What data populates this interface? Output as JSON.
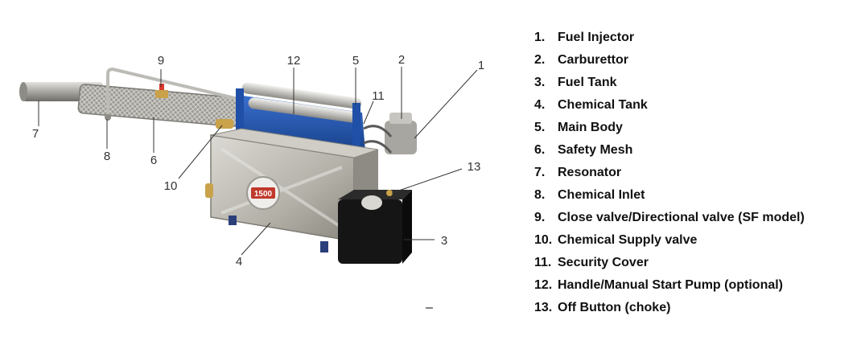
{
  "callouts": {
    "c1": "1",
    "c2": "2",
    "c3": "3",
    "c4": "4",
    "c5": "5",
    "c6": "6",
    "c7": "7",
    "c8": "8",
    "c9": "9",
    "c10": "10",
    "c11": "11",
    "c12": "12",
    "c13": "13"
  },
  "badge_text": "1500",
  "stray_dash": "–",
  "parts": [
    {
      "num": "1.",
      "label": "Fuel Injector"
    },
    {
      "num": "2.",
      "label": "Carburettor"
    },
    {
      "num": "3.",
      "label": "Fuel Tank"
    },
    {
      "num": "4.",
      "label": "Chemical Tank"
    },
    {
      "num": "5.",
      "label": "Main Body"
    },
    {
      "num": "6.",
      "label": "Safety Mesh"
    },
    {
      "num": "7.",
      "label": "Resonator"
    },
    {
      "num": "8.",
      "label": "Chemical Inlet"
    },
    {
      "num": "9.",
      "label": "Close valve/Directional valve (SF model)"
    },
    {
      "num": "10.",
      "label": "Chemical Supply valve"
    },
    {
      "num": "11.",
      "label": "Security Cover"
    },
    {
      "num": "12.",
      "label": "Handle/Manual Start Pump (optional)"
    },
    {
      "num": "13.",
      "label": "Off Button (choke)"
    }
  ],
  "colors": {
    "steel": "#b8b6b0",
    "body_blue": "#1f4fa6",
    "tank_black": "#151515",
    "brass": "#c9a24a",
    "badge_red": "#c0392b"
  }
}
